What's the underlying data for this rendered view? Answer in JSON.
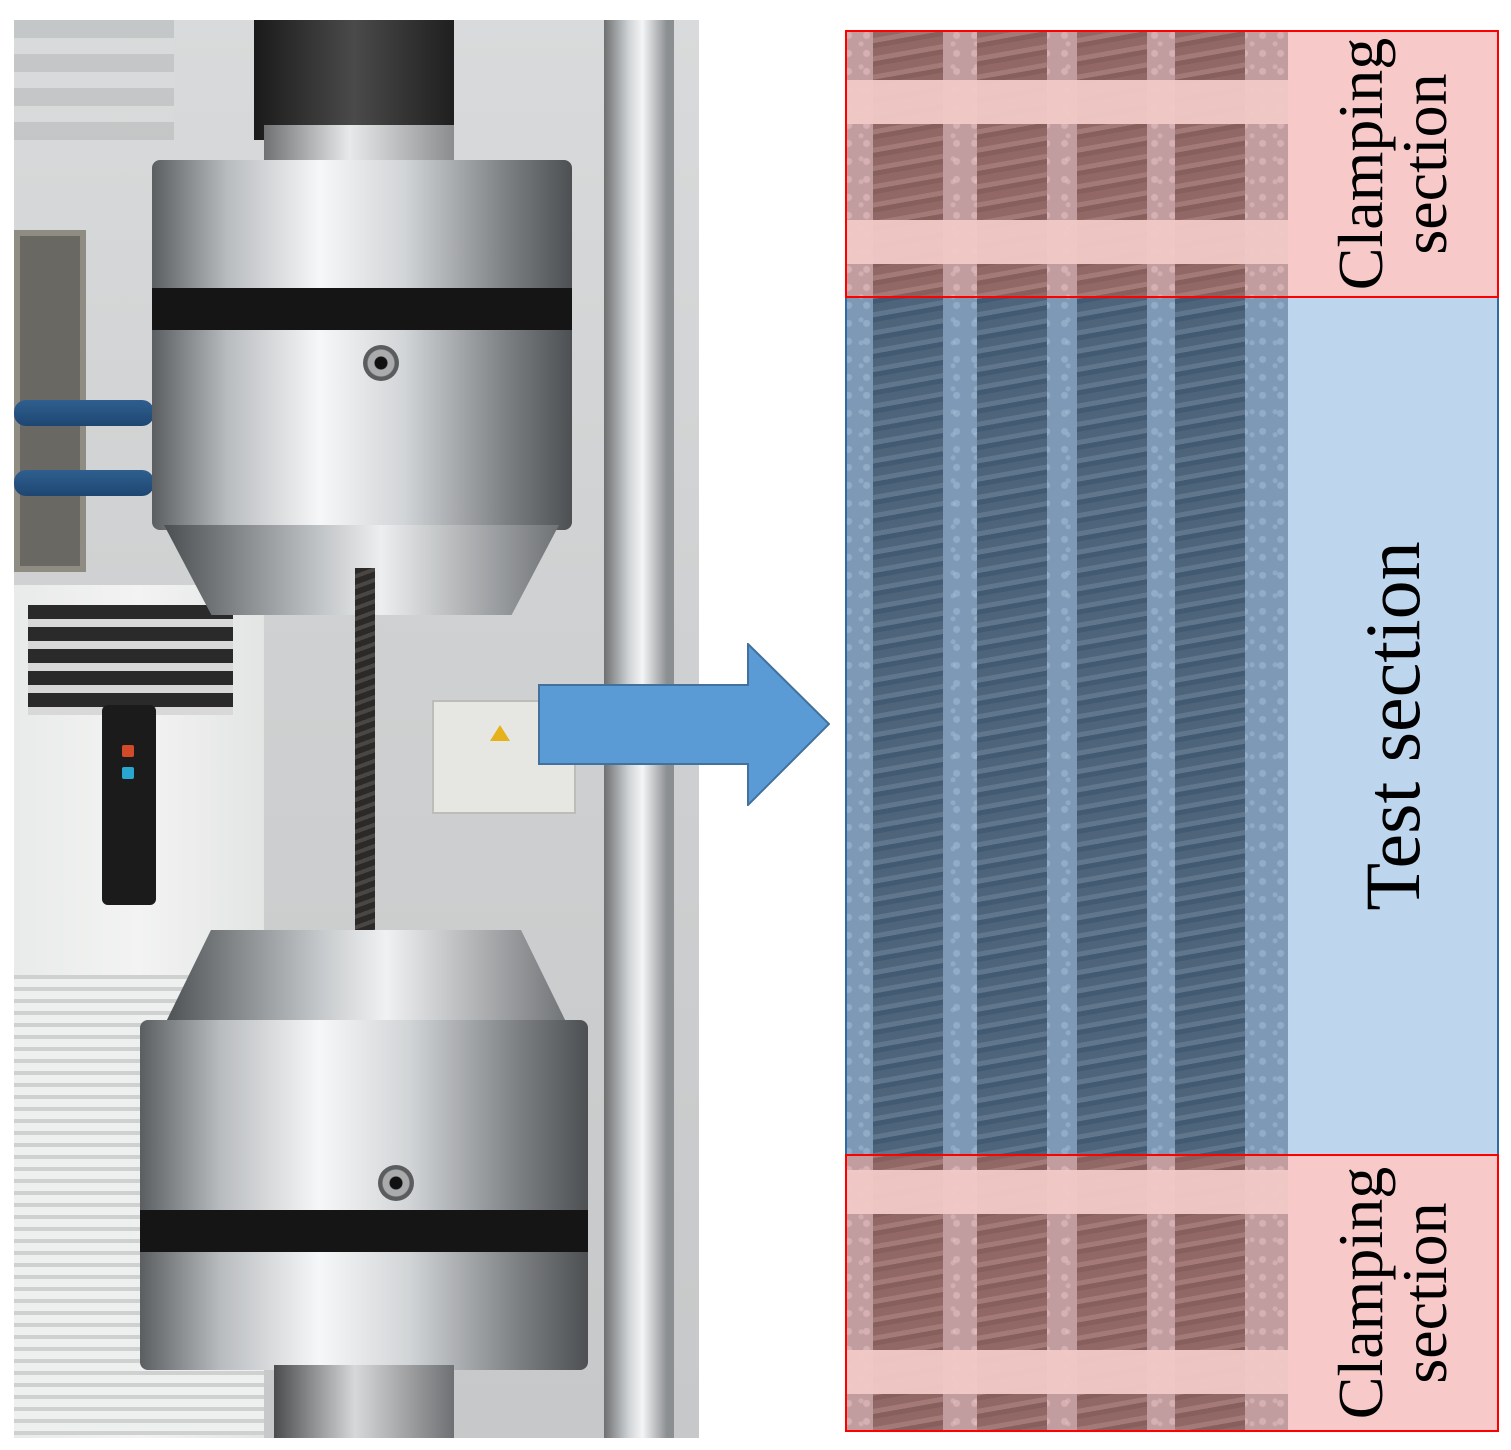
{
  "labels": {
    "clamping_top_line1": "Clamping",
    "clamping_top_line2": "section",
    "test_section": "Test section",
    "clamping_bottom_line1": "Clamping",
    "clamping_bottom_line2": "section"
  },
  "colors": {
    "arrow_fill": "#5b9bd5",
    "arrow_stroke": "#41719c",
    "clamp_overlay": "#f4a0a0",
    "clamp_border": "#ff0000",
    "test_overlay": "#bdd6ee"
  }
}
